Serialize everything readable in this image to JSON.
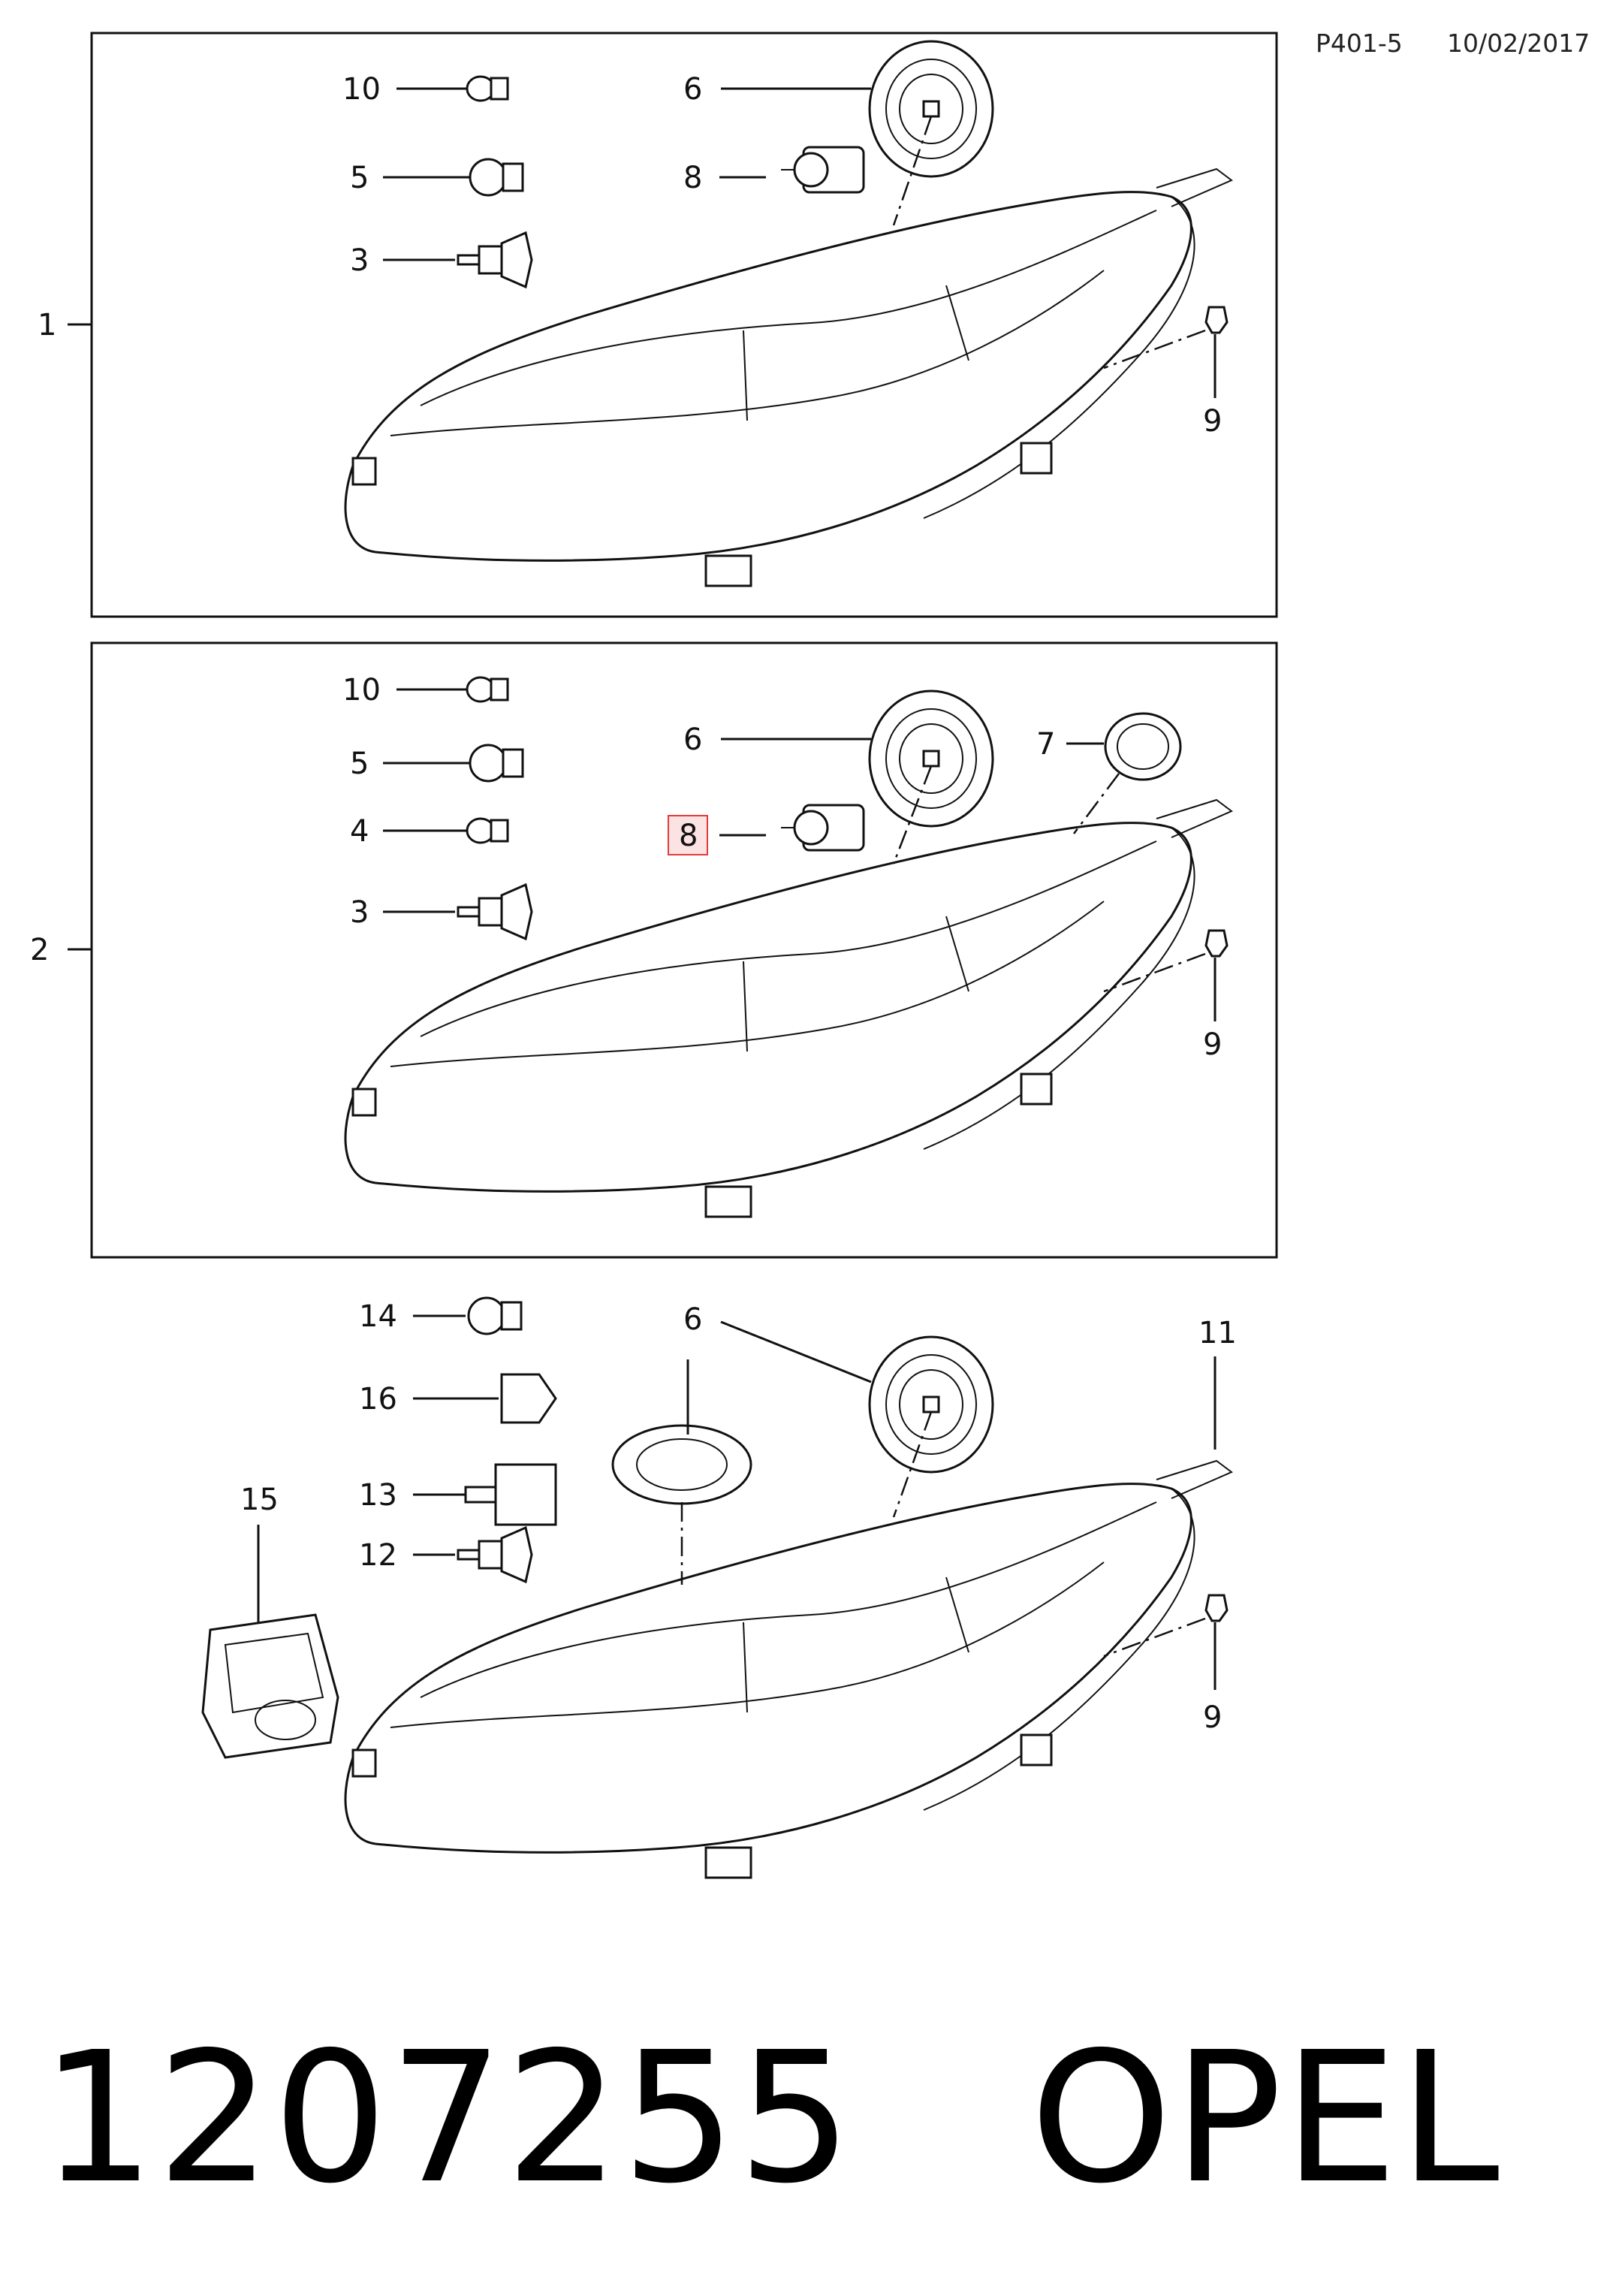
{
  "header": {
    "code": "P401-5",
    "date": "10/02/2017"
  },
  "footer": {
    "part_number": "1207255",
    "brand": "OPEL"
  },
  "groups": [
    {
      "label": "1",
      "callouts": [
        "10",
        "5",
        "3",
        "6",
        "8",
        "9"
      ]
    },
    {
      "label": "2",
      "callouts": [
        "10",
        "5",
        "4",
        "3",
        "6",
        "8",
        "7",
        "9"
      ]
    },
    {
      "label": "",
      "callouts": [
        "14",
        "16",
        "13",
        "12",
        "15",
        "6",
        "11",
        "9"
      ]
    }
  ],
  "highlighted_callout": {
    "label": "8",
    "color": "#e03c3c",
    "fill": "#fbe3e3"
  },
  "labels": {
    "g1": {
      "group": "1",
      "l10": "10",
      "l5": "5",
      "l3": "3",
      "l6": "6",
      "l8": "8",
      "l9": "9"
    },
    "g2": {
      "group": "2",
      "l10": "10",
      "l5": "5",
      "l4": "4",
      "l3": "3",
      "l6": "6",
      "l8": "8",
      "l7": "7",
      "l9": "9"
    },
    "g3": {
      "l14": "14",
      "l16": "16",
      "l13": "13",
      "l12": "12",
      "l15": "15",
      "l6": "6",
      "l11": "11",
      "l9": "9"
    }
  }
}
